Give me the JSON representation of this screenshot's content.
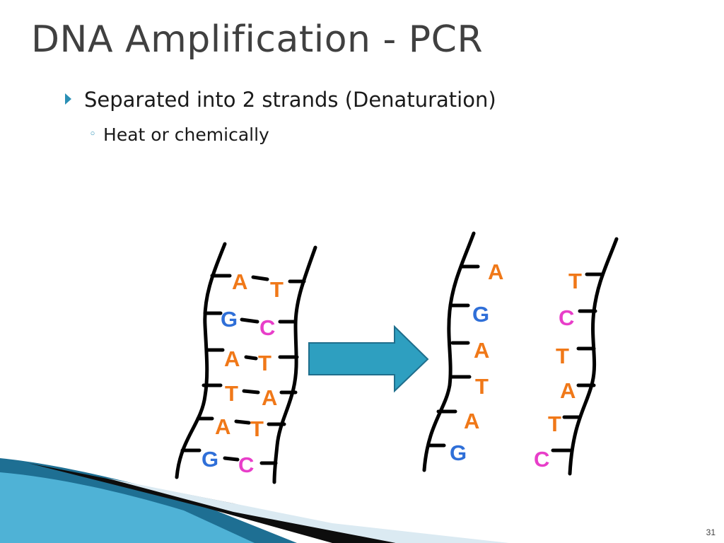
{
  "slide": {
    "title": "DNA Amplification - PCR",
    "bullets": [
      {
        "text": "Separated into 2 strands (Denaturation)"
      }
    ],
    "sub_bullets": [
      {
        "text": "Heat or chemically"
      }
    ],
    "page_number": "31"
  },
  "colors": {
    "A": "#f07818",
    "T": "#f07818",
    "G": "#2f6fd8",
    "C": "#e83ec9",
    "arrow_fill": "#2e9fc0",
    "arrow_stroke": "#1f6e8c",
    "bullet_accent": "#2a8fb5"
  },
  "double_strand": {
    "pairs": [
      {
        "left": "A",
        "right": "T"
      },
      {
        "left": "G",
        "right": "C"
      },
      {
        "left": "A",
        "right": "T"
      },
      {
        "left": "T",
        "right": "A"
      },
      {
        "left": "A",
        "right": "T"
      },
      {
        "left": "G",
        "right": "C"
      }
    ]
  },
  "separated_strands": {
    "left": [
      "A",
      "G",
      "A",
      "T",
      "A",
      "G"
    ],
    "right": [
      "T",
      "C",
      "T",
      "A",
      "T",
      "C"
    ]
  }
}
